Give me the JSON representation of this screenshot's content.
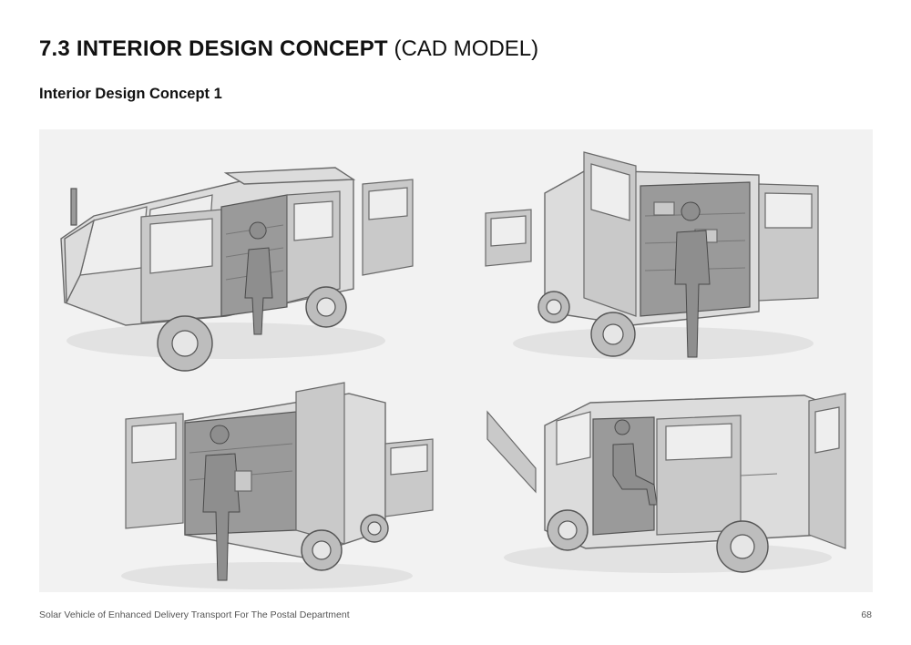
{
  "header": {
    "title_bold": "7.3 INTERIOR DESIGN CONCEPT",
    "title_light": "(CAD MODEL)",
    "subtitle": "Interior Design Concept 1"
  },
  "footer": {
    "document_title": "Solar Vehicle of Enhanced Delivery Transport For The Postal Department",
    "page_number": "68"
  },
  "figure": {
    "views": [
      "view-front-left",
      "view-rear-right",
      "view-rear-left",
      "view-side-right"
    ]
  }
}
